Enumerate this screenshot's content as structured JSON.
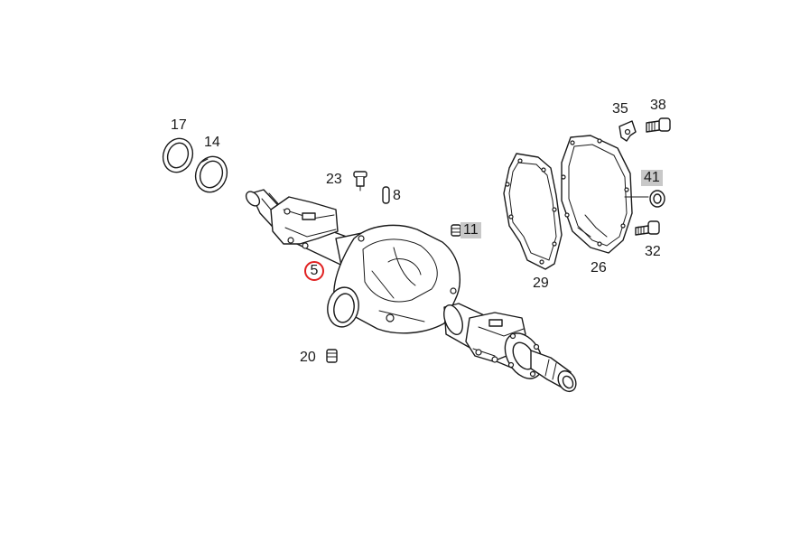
{
  "callouts": {
    "p17": "17",
    "p14": "14",
    "p23": "23",
    "p8": "8",
    "p11": "11",
    "p5": "5",
    "p20": "20",
    "p35": "35",
    "p38": "38",
    "p41": "41",
    "p32": "32",
    "p26": "26",
    "p29": "29"
  },
  "colors": {
    "selected_ring": "#e02020",
    "highlight_bg": "#c8c8c8",
    "line": "#1a1a1a"
  }
}
